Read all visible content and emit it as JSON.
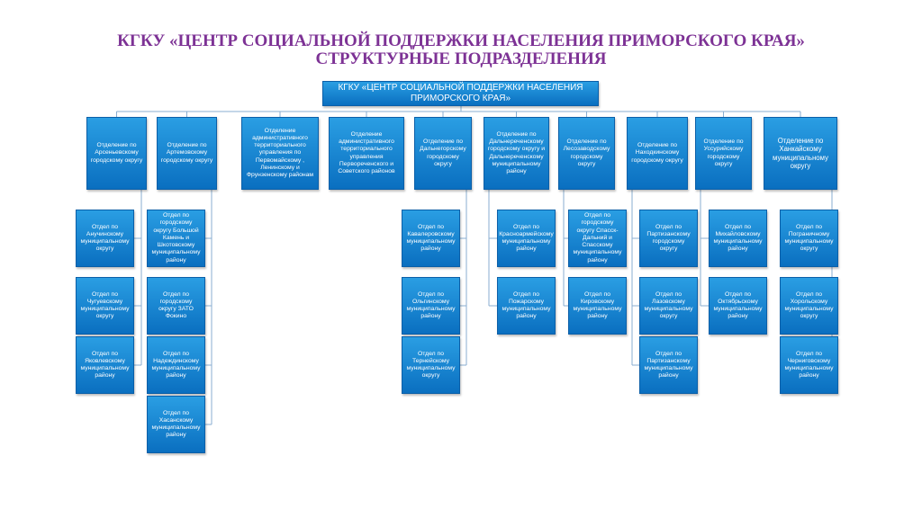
{
  "header": {
    "title_line1": "КГКУ «ЦЕНТР СОЦИАЛЬНОЙ ПОДДЕРЖКИ НАСЕЛЕНИЯ ПРИМОРСКОГО КРАЯ»",
    "title_line2": "СТРУКТУРНЫЕ ПОДРАЗДЕЛЕНИЯ"
  },
  "colors": {
    "title": "#7d3295",
    "box_top": "#2a9ee3",
    "box_bottom": "#0a6fc0",
    "line": "#8aaed0"
  },
  "root": {
    "label": "КГКУ «ЦЕНТР СОЦИАЛЬНОЙ ПОДДЕРЖКИ НАСЕЛЕНИЯ ПРИМОРСКОГО КРАЯ»"
  },
  "branches": [
    {
      "label": "Отделение по Арсеньевскому городскому округу",
      "children": [
        "Отдел по Анучинскому муниципальному округу",
        "Отдел по Чугуевскому муниципальному округу",
        "Отдел по Яковлевскому муниципальному району"
      ]
    },
    {
      "label": "Отделение по Артемовскому городскому округу",
      "children": [
        "Отдел по городскому округу Большой Камень и Шкотовскому муниципальному району",
        "Отдел по городскому округу ЗАТО Фокино",
        "Отдел по Надеждинскому муниципальному району",
        "Отдел по Хасанскому муниципальному району"
      ]
    },
    {
      "label": "Отделение административного территориального управления по Первомайскому , Ленинскому и Фрунзенскому районам",
      "children": []
    },
    {
      "label": "Отделение административного территориального управления Первореченского и Советского районов",
      "children": []
    },
    {
      "label": "Отделение по Дальнегорскому городскому округу",
      "children": [
        "Отдел по Кавалеровскому муниципальному району",
        "Отдел по Ольгинскому муниципальному району",
        "Отдел по Тернейскому муниципальному округу"
      ]
    },
    {
      "label": "Отделение по Дальнереченскому городскому округу и Дальнереченскому муниципальному району",
      "children": [
        "Отдел по Красноармейскому муниципальному району",
        "Отдел по Пожарскому муниципальному району"
      ]
    },
    {
      "label": "Отделение по Лесозаводскому городскому округу",
      "children": [
        "Отдел по городскому округу Спасск-Дальний и Спасскому муниципальному району",
        "Отдел по Кировскому муниципальному району"
      ]
    },
    {
      "label": "Отделение по Находкинскому городскому округу",
      "children": [
        "Отдел по Партизанскому городскому округу",
        "Отдел по Лазовскому муниципальному округу",
        "Отдел по Партизанскому муниципальному району"
      ]
    },
    {
      "label": "Отделение по Уссурийскому городскому округу",
      "children": [
        "Отдел по Михайловскому муниципальному району",
        "Отдел по Октябрьскому муниципальному району"
      ]
    },
    {
      "label": "Отделение по Ханкайскому муниципальному округу",
      "children": [
        "Отдел по Пограничному муниципальному округу",
        "Отдел по Хорольскому муниципальному округу",
        "Отдел по Черниговскому муниципальному району"
      ]
    }
  ]
}
